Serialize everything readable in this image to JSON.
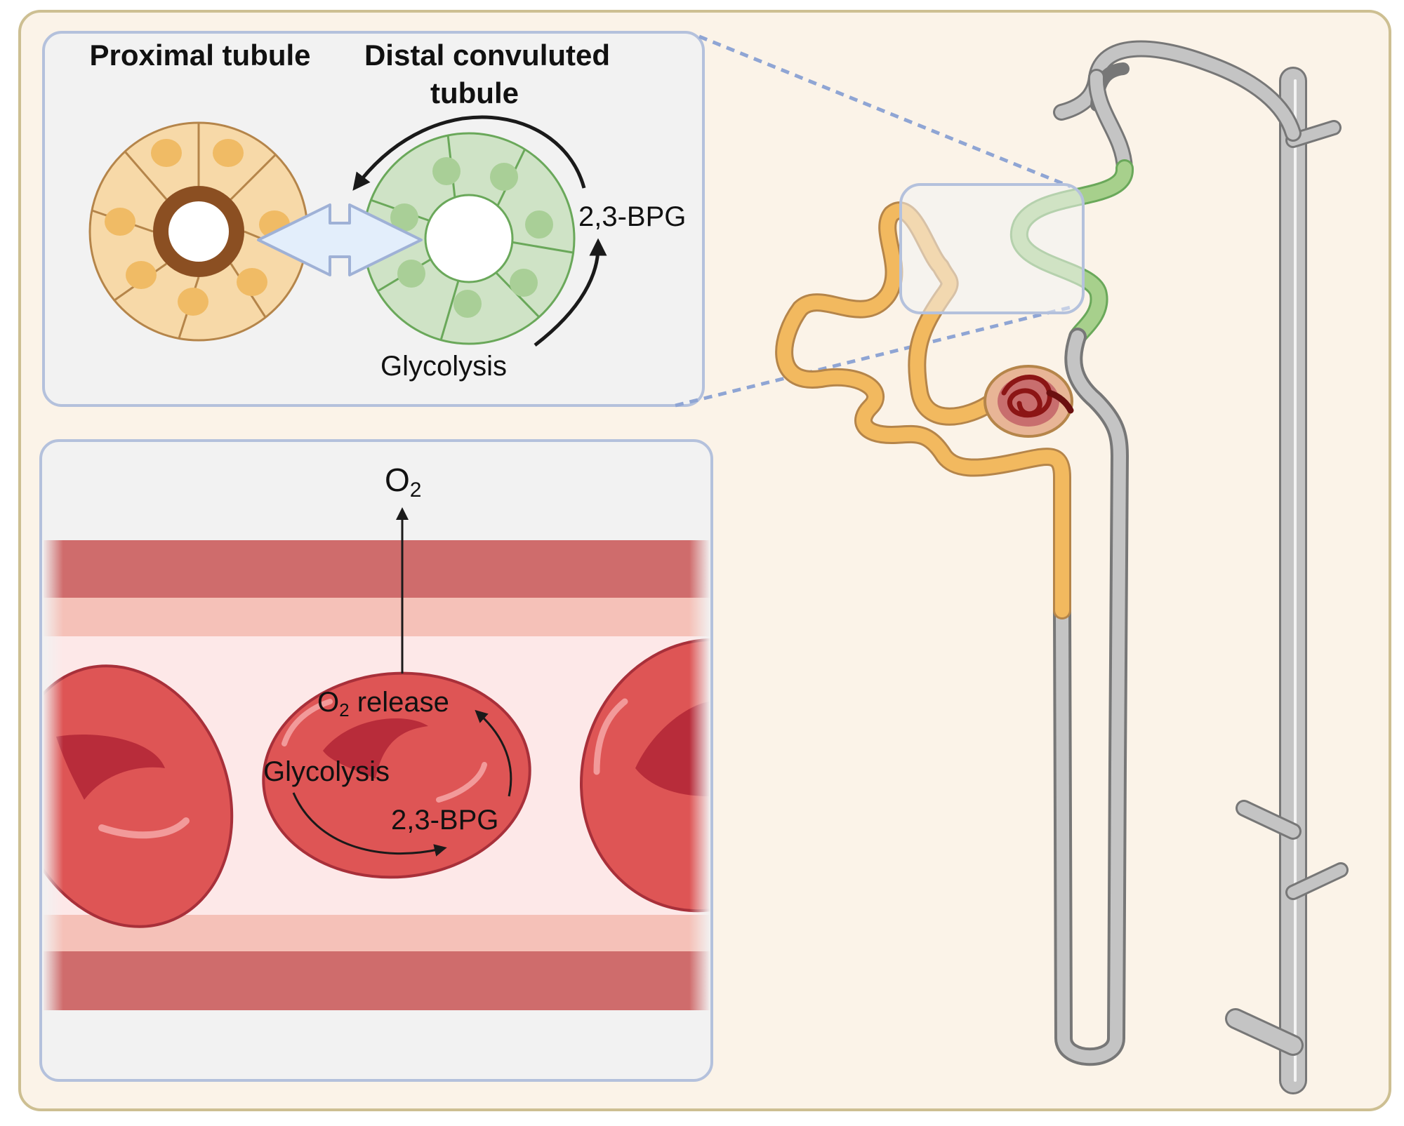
{
  "top_panel": {
    "proximal_title": "Proximal tubule",
    "distal_title_line1": "Distal convuluted",
    "distal_title_line2": "tubule",
    "bpg_label": "2,3-BPG",
    "glycolysis_label": "Glycolysis"
  },
  "bottom_panel": {
    "o2_label": "O",
    "o2_sub": "2",
    "release_o": "O",
    "release_sub": "2",
    "release_word": " release",
    "glycolysis_label": "Glycolysis",
    "bpg_label": "2,3-BPG"
  },
  "colors": {
    "background": "#fbf3e8",
    "frame_border": "#cdbf92",
    "panel_fill": "#f2f2f2",
    "panel_border": "#b4c1dc",
    "proximal_cell": "#f7d9a8",
    "proximal_nucleus": "#f0bb65",
    "proximal_lumen": "#8b4f22",
    "distal_cell": "#cfe3c6",
    "distal_nucleus": "#a9cf97",
    "vessel_outer": "#cf6c6c",
    "vessel_mid": "#f5c1b8",
    "vessel_lumen": "#fde8e8",
    "rbc": "#de5555",
    "rbc_dark": "#b82c3a",
    "tubule_orange": "#f2b95f",
    "tubule_green": "#a7d08c",
    "tubule_gray": "#c4c4c4"
  }
}
